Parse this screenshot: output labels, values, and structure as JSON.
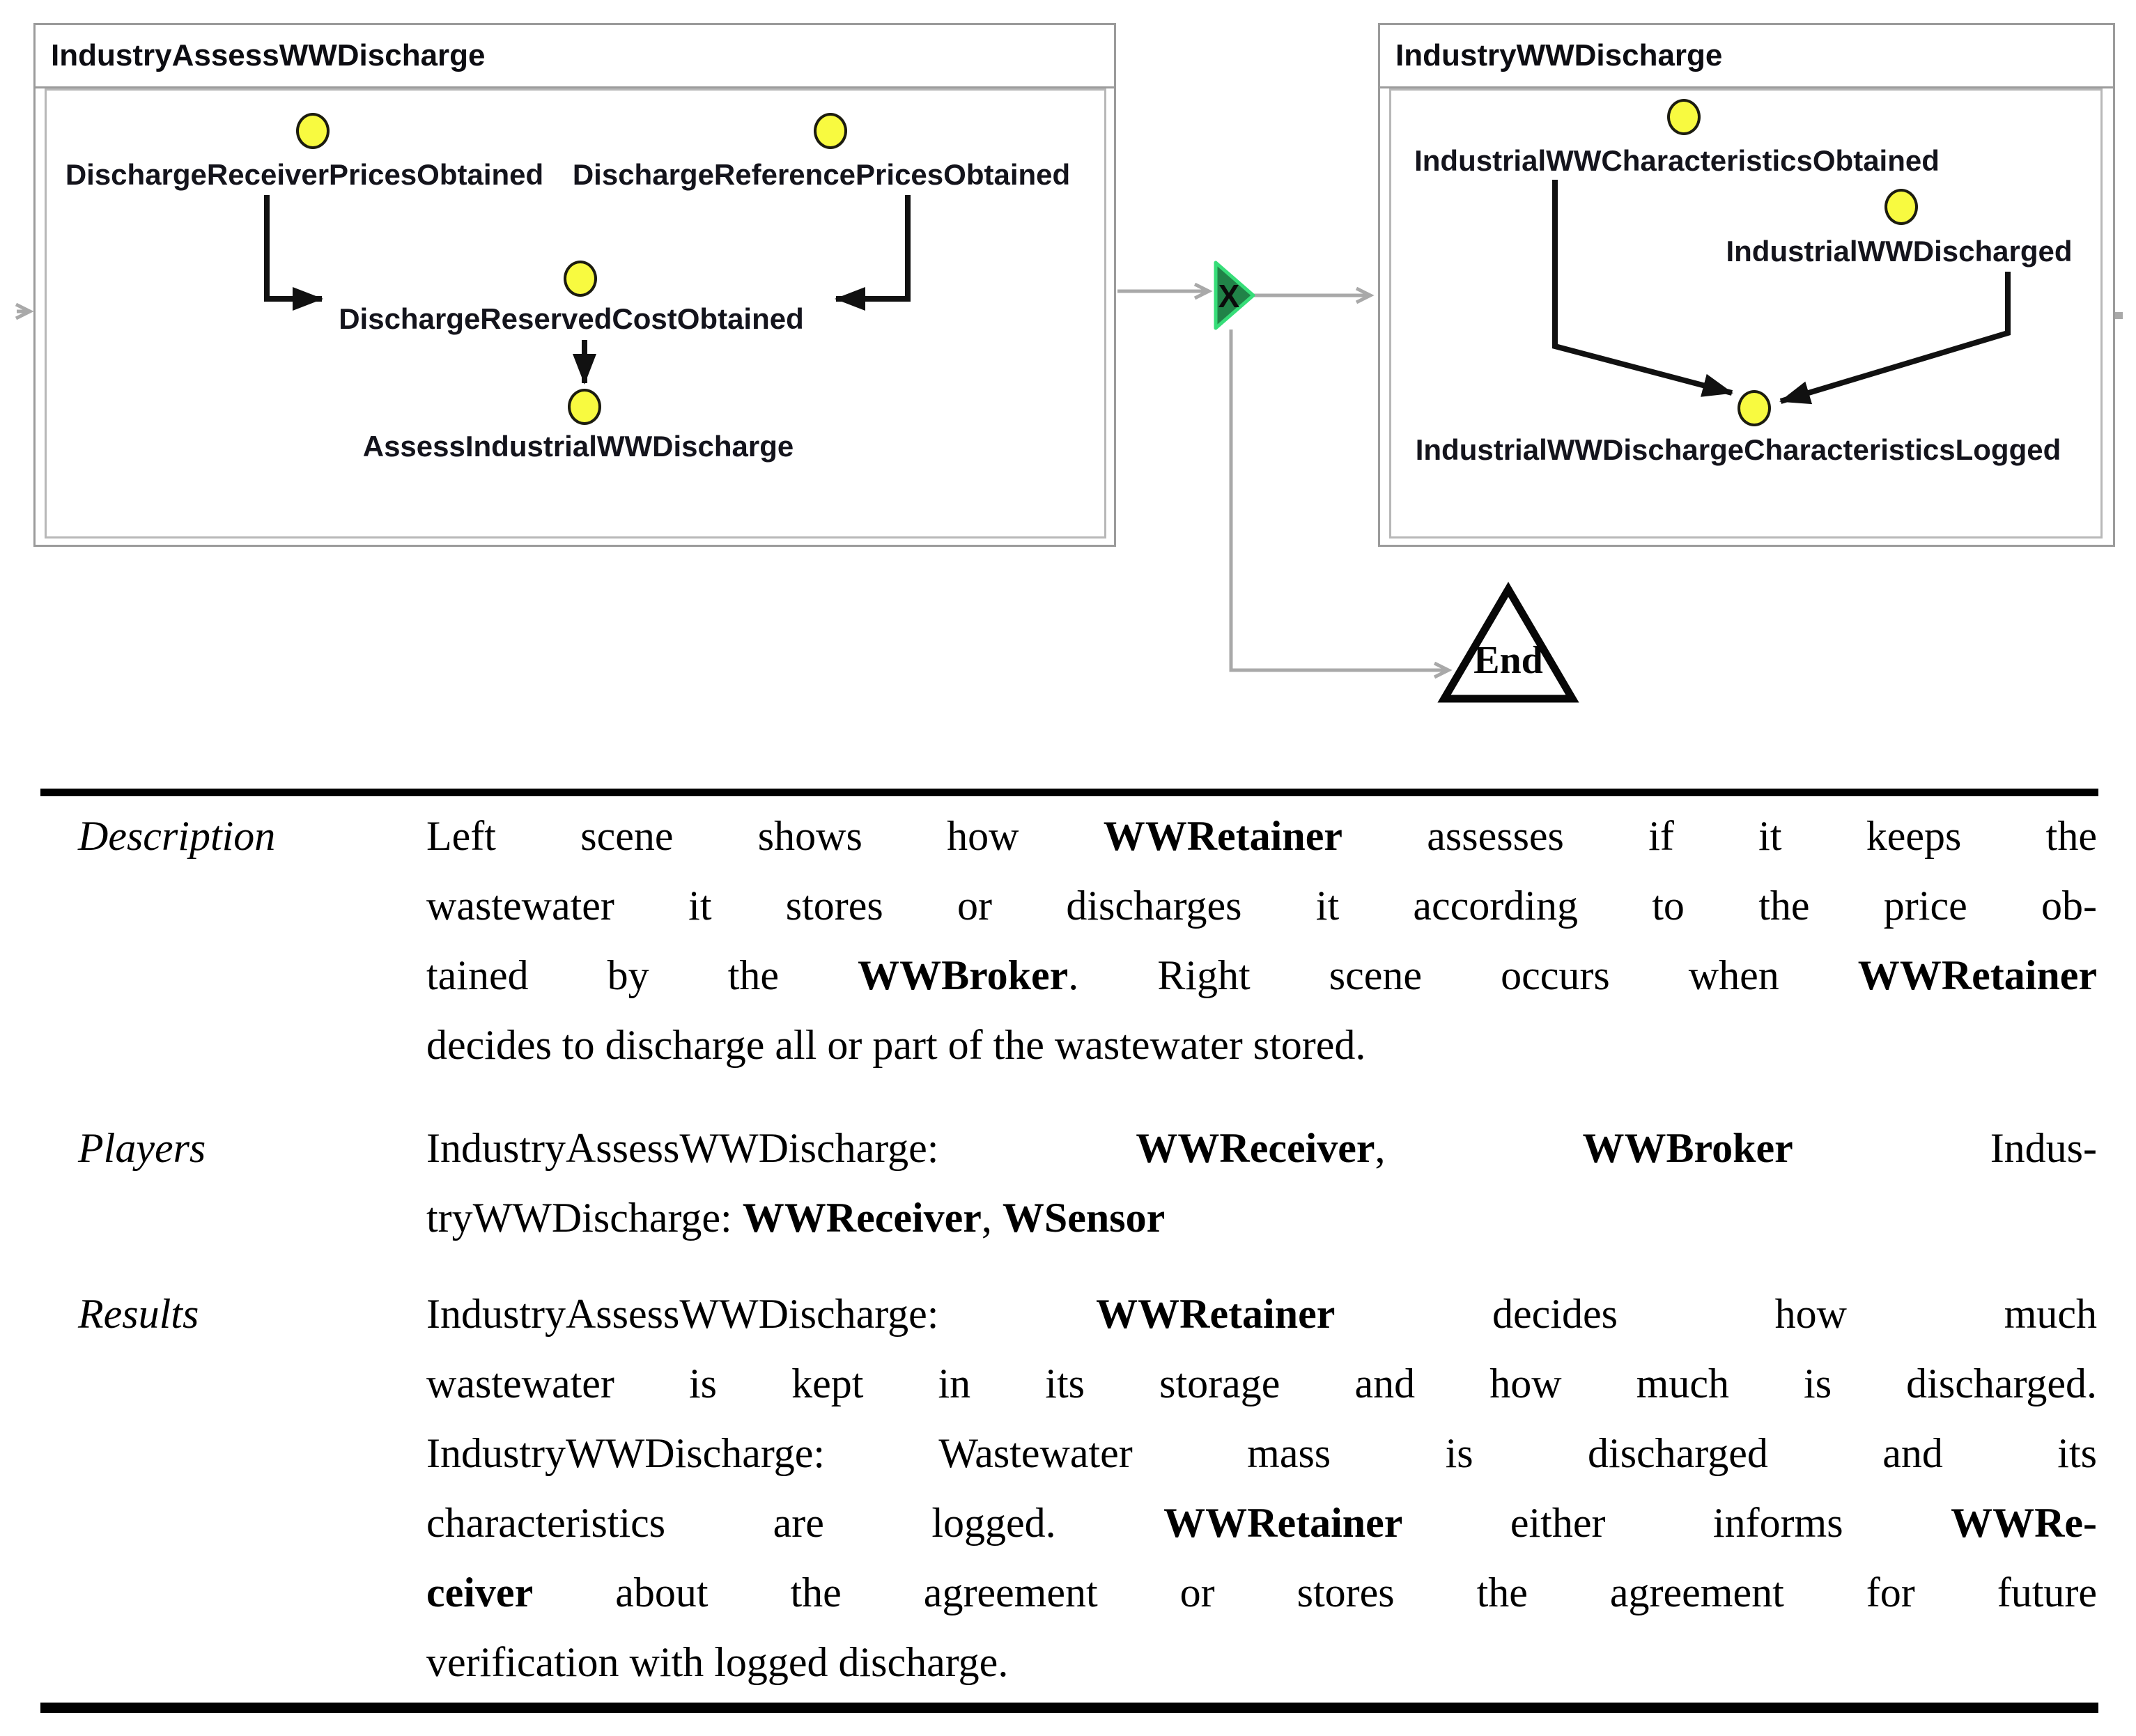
{
  "diagram": {
    "left_scene": {
      "title": "IndustryAssessWWDischarge",
      "nodes": [
        "DischargeReceiverPricesObtained",
        "DischargeReferencePricesObtained",
        "DischargeReservedCostObtained",
        "AssessIndustrialWWDischarge"
      ]
    },
    "right_scene": {
      "title": "IndustryWWDischarge",
      "nodes": [
        "IndustrialWWCharacteristicsObtained",
        "IndustrialWWDischarged",
        "IndustrialWWDischargeCharacteristicsLogged"
      ]
    },
    "gateway": {
      "symbol": "X"
    },
    "end_label": "End",
    "colors": {
      "node_fill": "#F8FA40",
      "node_stroke": "#1C1C10",
      "gateway_fill": "#218348",
      "gateway_stroke": "#36DD78",
      "connector_gray": "#A9A9A9",
      "arrow_black": "#111111",
      "box_border": "#9B9B9B"
    }
  },
  "table": {
    "rows": [
      {
        "label": "Description",
        "lines": [
          [
            {
              "t": "Left scene shows how ",
              "b": false
            },
            {
              "t": "WWRetainer",
              "b": true
            },
            {
              "t": " assesses if it keeps the",
              "b": false
            }
          ],
          [
            {
              "t": "wastewater it stores or discharges it according to the price ob-",
              "b": false
            }
          ],
          [
            {
              "t": "tained by the ",
              "b": false
            },
            {
              "t": "WWBroker",
              "b": true
            },
            {
              "t": ". Right scene occurs when ",
              "b": false
            },
            {
              "t": "WWRetainer",
              "b": true
            }
          ],
          [
            {
              "t": "decides to discharge all or part of the wastewater stored.",
              "b": false
            }
          ]
        ]
      },
      {
        "label": "Players",
        "lines": [
          [
            {
              "t": "IndustryAssessWWDischarge: ",
              "b": false
            },
            {
              "t": "WWReceiver",
              "b": true
            },
            {
              "t": ", ",
              "b": false
            },
            {
              "t": "WWBroker",
              "b": true
            },
            {
              "t": " Indus-",
              "b": false
            }
          ],
          [
            {
              "t": "tryWWDischarge: ",
              "b": false
            },
            {
              "t": "WWReceiver",
              "b": true
            },
            {
              "t": ", ",
              "b": false
            },
            {
              "t": "WSensor",
              "b": true
            }
          ]
        ]
      },
      {
        "label": "Results",
        "lines": [
          [
            {
              "t": "IndustryAssessWWDischarge: ",
              "b": false
            },
            {
              "t": "WWRetainer",
              "b": true
            },
            {
              "t": " decides how much",
              "b": false
            }
          ],
          [
            {
              "t": "wastewater is kept in its storage and how much is discharged.",
              "b": false
            }
          ],
          [
            {
              "t": "IndustryWWDischarge: Wastewater mass is discharged and its",
              "b": false
            }
          ],
          [
            {
              "t": "characteristics are logged. ",
              "b": false
            },
            {
              "t": "WWRetainer",
              "b": true
            },
            {
              "t": " either informs ",
              "b": false
            },
            {
              "t": "WWRe-",
              "b": true
            }
          ],
          [
            {
              "t": "ceiver",
              "b": true
            },
            {
              "t": " about the agreement or stores the agreement for future",
              "b": false
            }
          ],
          [
            {
              "t": "verification with logged discharge.",
              "b": false
            }
          ]
        ]
      }
    ]
  }
}
